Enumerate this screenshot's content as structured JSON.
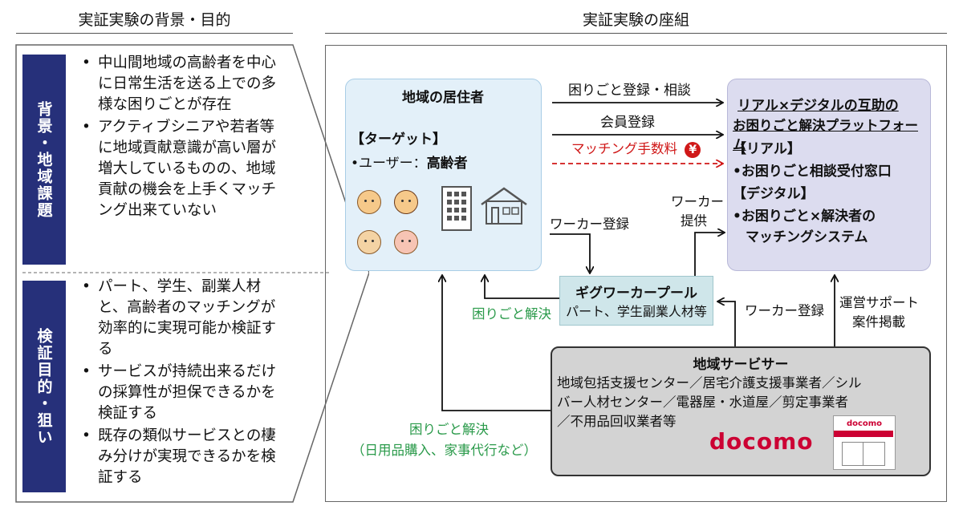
{
  "left_panel": {
    "heading": "実証実験の背景・目的",
    "background_tab": "背景・地域課題",
    "background_bullets": [
      "中山間地域の高齢者を中心に日常生活を送る上での多様な困りごとが存在",
      "アクティブシニアや若者等に地域貢献意識が高い層が増大しているものの、地域貢献の機会を上手くマッチング出来ていない"
    ],
    "purpose_tab": "検証目的・狙い",
    "purpose_bullets": [
      "パート、学生、副業人材と、高齢者のマッチングが効率的に実現可能か検証する",
      "サービスが持続出来るだけの採算性が担保できるかを検証する",
      "既存の類似サービスとの棲み分けが実現できるかを検証する"
    ]
  },
  "right_panel": {
    "heading": "実証実験の座組",
    "resident": {
      "title": "地域の居住者",
      "target_label": "【ターゲット】",
      "user_line": "•ユーザー：",
      "user_value": "高齢者"
    },
    "platform": {
      "title1": "リアル×デジタルの互助の",
      "title2": "お困りごと解決プラットフォーム",
      "real_label": "【リアル】",
      "real_item": "•お困りごと相談受付窓口",
      "digital_label": "【デジタル】",
      "digital_item1": "•お困りごと×解決者の",
      "digital_item2": "マッチングシステム"
    },
    "pool": {
      "title": "ギグワーカープール",
      "subtitle": "パート、学生副業人材等"
    },
    "servicer": {
      "title": "地域サービサー",
      "line1": "地域包括支援センター／居宅介護支援事業者／シル",
      "line2": "バー人材センター／電器屋・水道屋／剪定事業者",
      "line3": "／不用品回収業者等",
      "logo_text": "docomo",
      "shop_logo_text": "docomo"
    },
    "arrows": {
      "consult": "困りごと登録・相談",
      "member": "会員登録",
      "fee": "マッチング手数料",
      "yen": "¥",
      "worker_reg_left": "ワーカー登録",
      "worker_provide1": "ワーカー",
      "worker_provide2": "提供",
      "solve": "困りごと解決",
      "worker_reg_right": "ワーカー登録",
      "ops1": "運営サポート",
      "ops2": "案件掲載",
      "solve_bottom1": "困りごと解決",
      "solve_bottom2": "（日用品購入、家事代行など）"
    },
    "colors": {
      "navy": "#26307a",
      "resident_bg": "#e3f0f9",
      "platform_bg": "#dcdcef",
      "pool_bg": "#cfe6ea",
      "servicer_bg": "#d3d3d3",
      "green": "#2a9a4a",
      "red": "#d01818",
      "docomo_red": "#cc0033"
    }
  }
}
